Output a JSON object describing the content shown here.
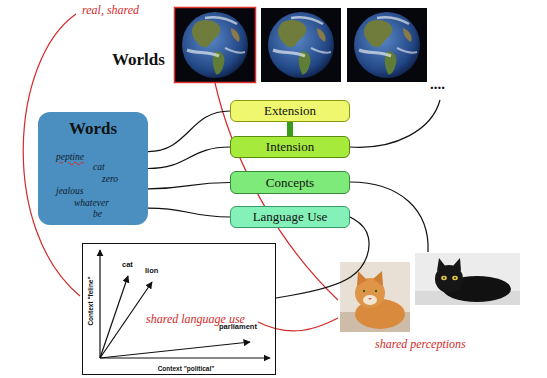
{
  "diagram": {
    "nodes": [
      {
        "text": [
          "Words",
          "peptine",
          "cat",
          "zero",
          "jealous",
          "whatever",
          "be"
        ]
      },
      {
        "text": [
          "Extension"
        ]
      },
      {
        "text": [
          "Intension"
        ]
      },
      {
        "text": [
          "Concepts"
        ]
      },
      {
        "text": [
          "Language Use"
        ]
      },
      {
        "text": [
          "cat",
          "lion",
          "parliament",
          "Context \"feline\"",
          "Context \"political\"",
          "shared language use"
        ]
      }
    ],
    "edges": [
      {
        "from": 0,
        "to": 1,
        "arrow": "none"
      },
      {
        "from": 0,
        "to": 2,
        "arrow": "none"
      },
      {
        "from": 0,
        "to": 3,
        "arrow": "none"
      },
      {
        "from": 0,
        "to": 4,
        "arrow": "none"
      },
      {
        "from": 1,
        "to": 2,
        "arrow": "none"
      },
      {
        "from": 4,
        "to": 5,
        "arrow": "none"
      }
    ],
    "labels": [
      "real, shared",
      "Worlds",
      "....",
      "shared perceptions"
    ]
  }
}
